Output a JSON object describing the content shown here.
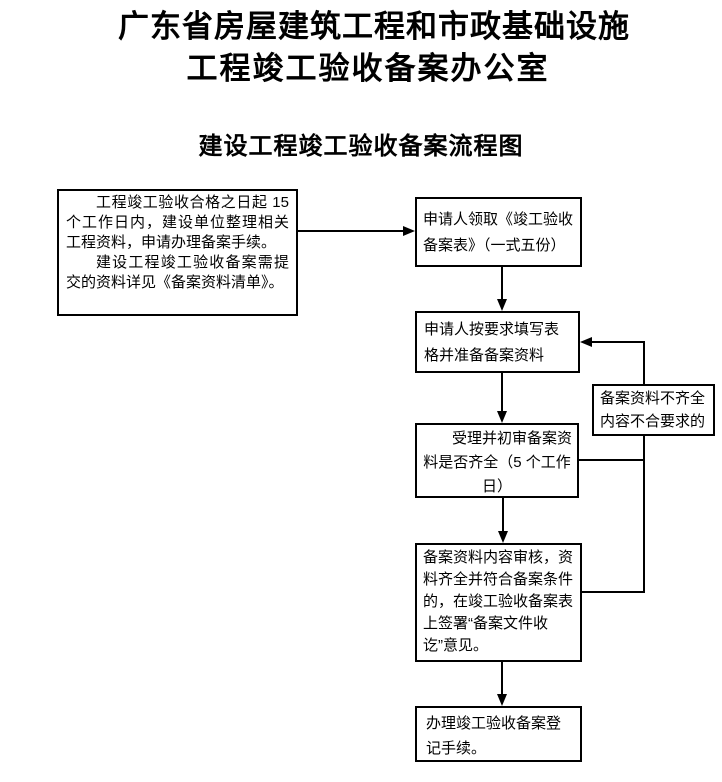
{
  "header": {
    "title_line1": "广东省房屋建筑工程和市政基础设施",
    "title_line2": "工程竣工验收备案办公室",
    "subtitle": "建设工程竣工验收备案流程图"
  },
  "flowchart": {
    "start_note": {
      "para1": "工程竣工验收合格之日起 15个工作日内，建设单位整理相关工程资料，申请办理备案手续。",
      "para2": "建设工程竣工验收备案需提交的资料详见《备案资料清单》。"
    },
    "steps": [
      {
        "label": "申请人领取《竣工验收备案表》（一式五份）"
      },
      {
        "label": "申请人按要求填写表格并准备备案资料"
      },
      {
        "label": "受理并初审备案资料是否齐全（5 个工作日）"
      },
      {
        "label": "备案资料内容审核，资料齐全并符合备案条件的，在竣工验收备案表上签署“备案文件收讫”意见。"
      },
      {
        "label": "办理竣工验收备案登记手续。"
      }
    ],
    "feedback_label": "备案资料不齐全内容不合要求的"
  },
  "colors": {
    "line": "#000000",
    "text": "#000000",
    "background": "#ffffff"
  }
}
